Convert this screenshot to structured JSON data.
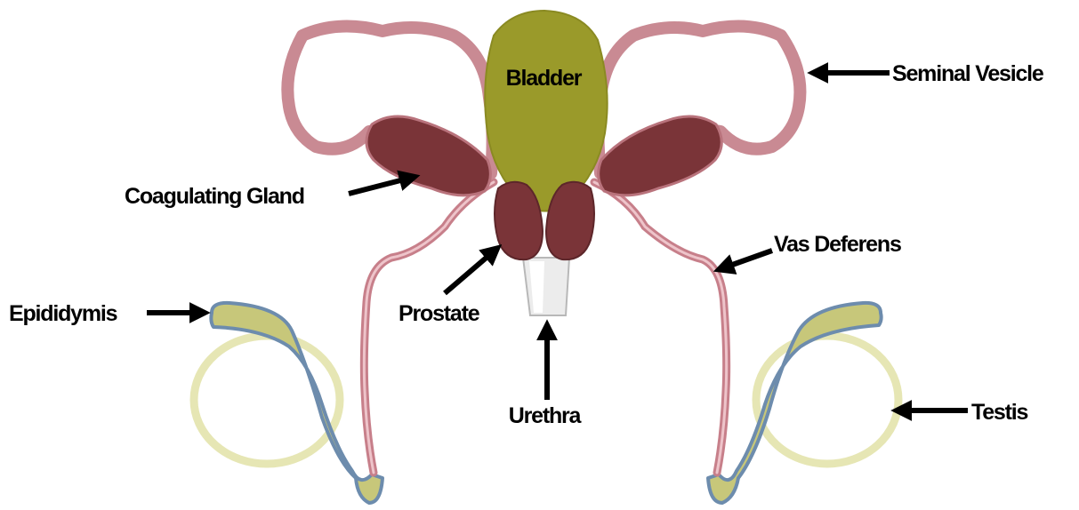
{
  "labels": {
    "bladder": "Bladder",
    "seminal_vesicle": "Seminal Vesicle",
    "coagulating_gland": "Coagulating Gland",
    "vas_deferens": "Vas Deferens",
    "epididymis": "Epididymis",
    "prostate": "Prostate",
    "urethra": "Urethra",
    "testis": "Testis"
  },
  "colors": {
    "bladder": "#9a9a2a",
    "seminal_vesicle_fill": "#ffffff",
    "seminal_vesicle_rim": "#c98a93",
    "gland": "#7a3438",
    "duct": "#c77f8a",
    "testis_outline": "#e6e6b4",
    "epididymis_fill": "#c7c77a",
    "epididymis_outline": "#6d8cad",
    "urethra": "#e8e8e8",
    "arrow": "#000000"
  }
}
